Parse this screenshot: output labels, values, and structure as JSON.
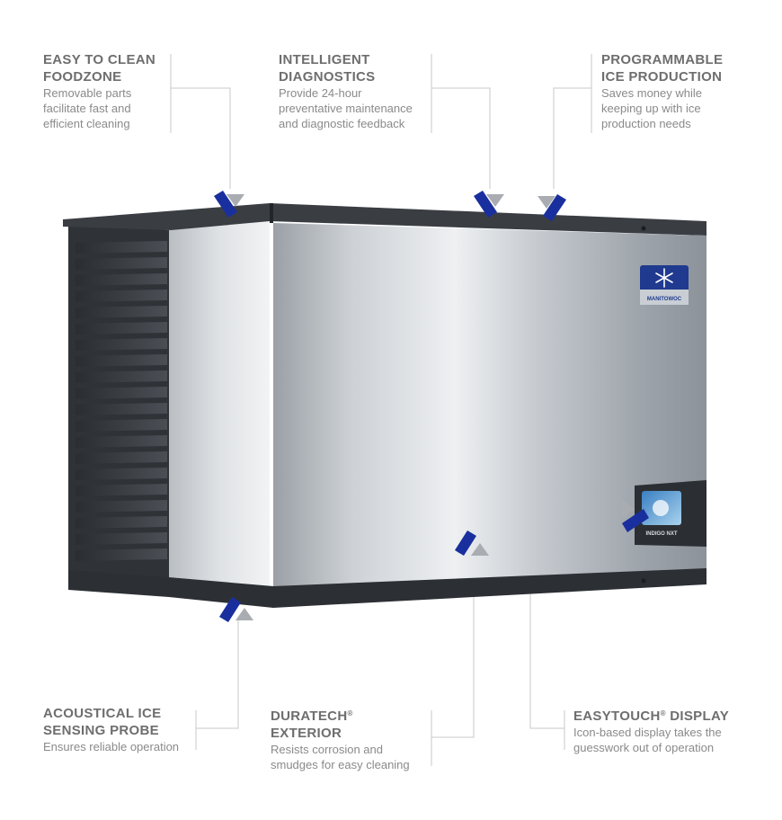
{
  "colors": {
    "marker_blue": "#1a2f9e",
    "marker_gray": "#a9adb2",
    "leader_line": "#c8c8c8",
    "heading": "#6e6e6e",
    "body_text": "#8a8a8a",
    "steel_light": "#e4e7ea",
    "steel_dark": "#8d939a",
    "trim": "#2f3338",
    "badge": "#1f3a8f"
  },
  "badge": {
    "brand": "MANITOWOC"
  },
  "display": {
    "brand": "INDIGO NXT"
  },
  "callouts": [
    {
      "title": "EASY TO CLEAN\nFOODZONE",
      "text": "Removable parts\nfacilitate fast and\nefficient cleaning"
    },
    {
      "title": "INTELLIGENT\nDIAGNOSTICS",
      "text": "Provide 24-hour\npreventative maintenance\nand diagnostic feedback"
    },
    {
      "title": "PROGRAMMABLE\nICE PRODUCTION",
      "text": "Saves money while\nkeeping up with ice\nproduction needs"
    },
    {
      "title": "ACOUSTICAL ICE\nSENSING PROBE",
      "text": "Ensures reliable operation"
    },
    {
      "title_a": "DURATECH",
      "title_sup": "®",
      "title_b": "EXTERIOR",
      "text": "Resists corrosion and\nsmudges for easy cleaning"
    },
    {
      "title_a": "EASYTOUCH",
      "title_sup": "®",
      "title_b": " DISPLAY",
      "text": "Icon-based display takes the\nguesswork out of operation"
    }
  ]
}
